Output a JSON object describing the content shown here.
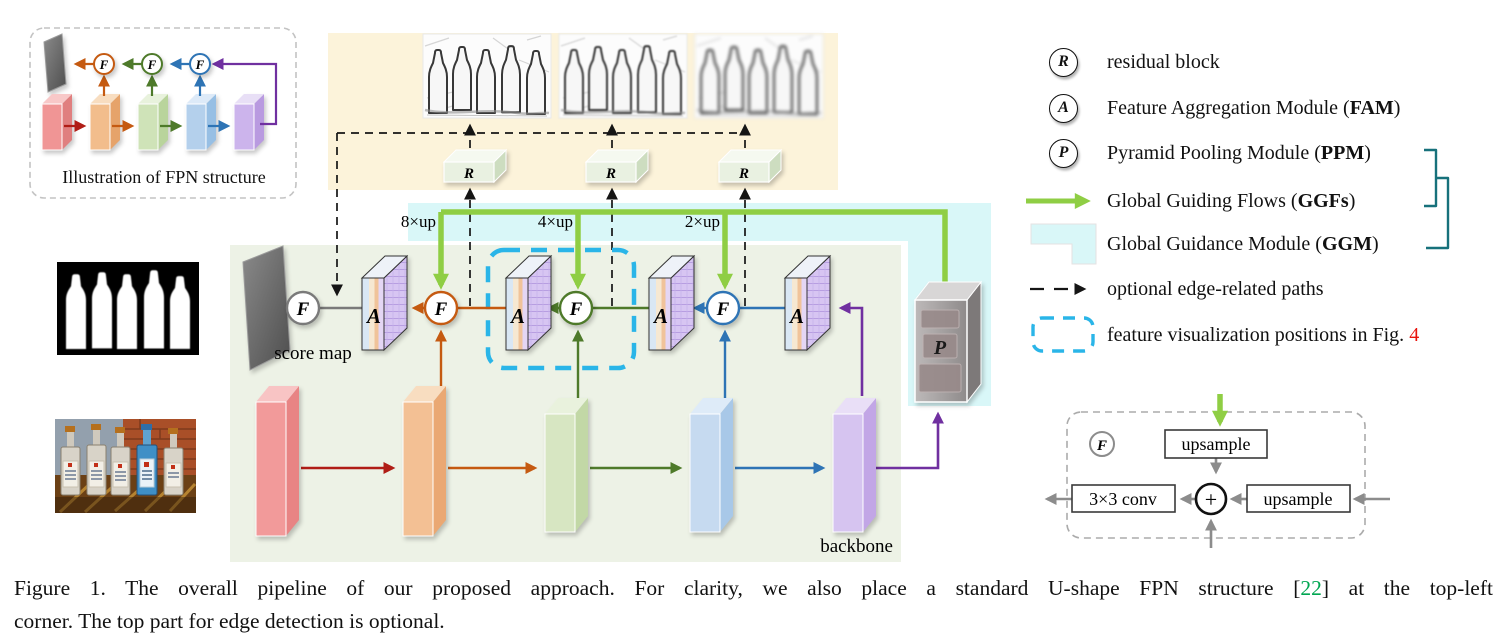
{
  "figure": {
    "inset_caption": "Illustration of FPN structure",
    "score_map_label": "score map",
    "backbone_label": "backbone",
    "up_labels": [
      "8×up",
      "4×up",
      "2×up"
    ],
    "glyphs": {
      "fuse": "F",
      "fam": "A",
      "residual": "R",
      "ppm": "P",
      "plus": "+"
    }
  },
  "legend": {
    "residual": {
      "label": "residual block"
    },
    "fam": {
      "pre": "Feature Aggregation Module (",
      "bold": "FAM",
      "post": ")"
    },
    "ppm": {
      "pre": "Pyramid Pooling Module (",
      "bold": "PPM",
      "post": ")"
    },
    "ggf": {
      "pre": "Global Guiding Flows (",
      "bold": "GGFs",
      "post": ")"
    },
    "ggm": {
      "pre": "Global Guidance Module (",
      "bold": "GGM",
      "post": ")"
    },
    "edge_paths": {
      "label": "optional edge-related paths"
    },
    "feat_vis": {
      "pre": "feature visualization positions in Fig. ",
      "fig_ref": "4"
    }
  },
  "f_module": {
    "upsample_top": "upsample",
    "upsample_right": "upsample",
    "conv": "3×3 conv",
    "plus": "+",
    "glyph": "F"
  },
  "caption": {
    "line1_pre": "Figure 1. The overall pipeline of our proposed approach.  For clarity, we also place a standard U-shape FPN structure [",
    "cite": "22",
    "line1_post": "] at the top-left",
    "line2": "corner. The top part for edge detection is optional."
  },
  "colors": {
    "ggf_green": "#8fce44",
    "ggm_cyan": "#d9f7f8",
    "panel_sage": "#edf2e6",
    "panel_beige": "#fcf3da",
    "orange": "#c55a11",
    "green": "#4e7a2a",
    "blue": "#2e74b5",
    "purple": "#7030a0",
    "dark_red": "#b01d16",
    "feature_box_cyan": "#2ab5e8",
    "cite_green": "#00a651",
    "fig_ref_red": "#e8130c",
    "bracket_teal": "#17717b"
  }
}
